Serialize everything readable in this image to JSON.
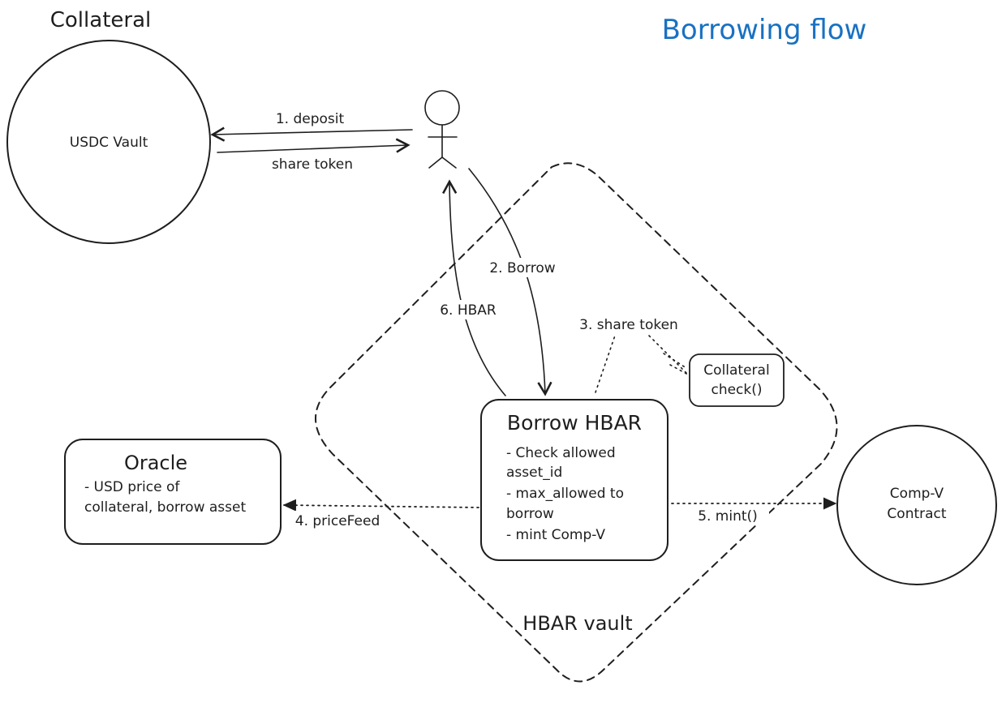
{
  "title": "Borrowing flow",
  "colors": {
    "title": "#1971c2",
    "ink": "#1e1e1e",
    "background": "#ffffff"
  },
  "collateral_label": "Collateral",
  "nodes": {
    "usdc_vault": "USDC Vault",
    "user": "user-stick-figure-icon",
    "borrow_hbar": {
      "title": "Borrow HBAR",
      "lines": [
        "- Check allowed",
        "asset_id",
        "- max_allowed to",
        "borrow",
        "- mint Comp-V"
      ]
    },
    "collateral_check": {
      "lines": [
        "Collateral",
        "check()"
      ]
    },
    "oracle": {
      "title": "Oracle",
      "lines": [
        "- USD price of",
        "collateral, borrow asset"
      ]
    },
    "comp_v": {
      "lines": [
        "Comp-V",
        "Contract"
      ]
    },
    "hbar_vault": "HBAR vault"
  },
  "edges": {
    "deposit": "1. deposit",
    "share_token_return": "share token",
    "borrow": "2. Borrow",
    "share_token_check": "3. share token",
    "price_feed": "4. priceFeed",
    "mint": "5. mint()",
    "hbar": "6. HBAR"
  }
}
